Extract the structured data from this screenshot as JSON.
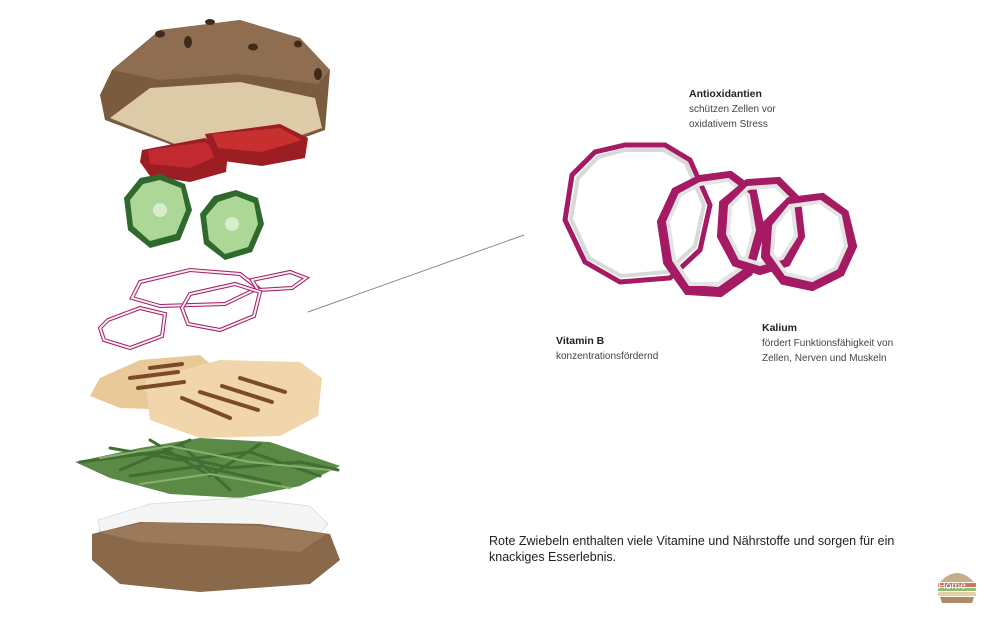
{
  "info": {
    "antioxidantien": {
      "heading": "Antioxidantien",
      "line1": "schützen Zellen vor",
      "line2": "oxidativem Stress"
    },
    "vitamin_b": {
      "heading": "Vitamin B",
      "line1": "konzentrationsfördernd"
    },
    "kalium": {
      "heading": "Kalium",
      "line1": "fördert Funktionsfähigkeit von",
      "line2": "Zellen, Nerven und Muskeln"
    }
  },
  "description": {
    "line1": "Rote Zwiebeln enthalten viele Vitamine und Nährstoffe und sorgen für ein",
    "line2": "knackiges Esserlebnis."
  },
  "home": {
    "label": "Home",
    "icon": "burger-icon"
  },
  "colors": {
    "bun": "#8a6a4c",
    "bun_inner": "#d9c8a5",
    "tomato": "#b8242a",
    "cucumber_skin": "#2f6a2e",
    "cucumber_flesh": "#a9d693",
    "onion": "#b01f6c",
    "chicken": "#efd3a7",
    "rucola": "#4b7d3a",
    "cheese": "#f4f4f4"
  }
}
